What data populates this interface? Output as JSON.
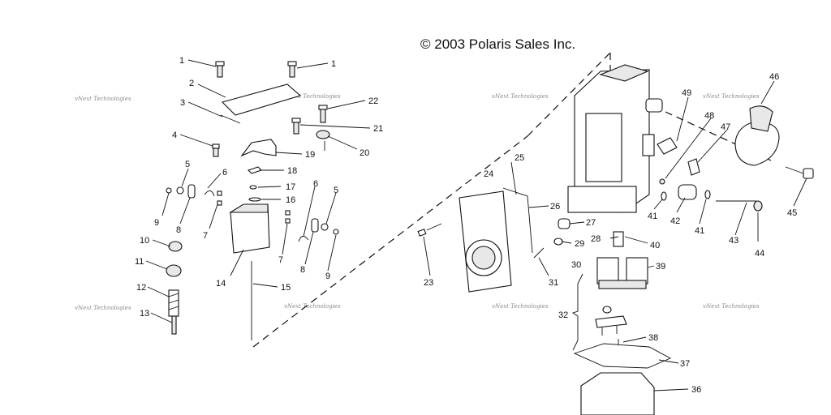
{
  "copyright": "© 2003 Polaris Sales Inc.",
  "watermark": "vNext Technologies",
  "callouts": [
    "1",
    "1",
    "2",
    "3",
    "22",
    "4",
    "21",
    "20",
    "19",
    "18",
    "17",
    "16",
    "5",
    "6",
    "6",
    "5",
    "9",
    "8",
    "7",
    "7",
    "8",
    "9",
    "10",
    "11",
    "12",
    "13",
    "14",
    "15",
    "25",
    "24",
    "26",
    "27",
    "28",
    "29",
    "23",
    "30",
    "31",
    "32",
    "39",
    "40",
    "38",
    "37",
    "36",
    "46",
    "49",
    "48",
    "47",
    "41",
    "42",
    "41",
    "43",
    "44",
    "45"
  ]
}
